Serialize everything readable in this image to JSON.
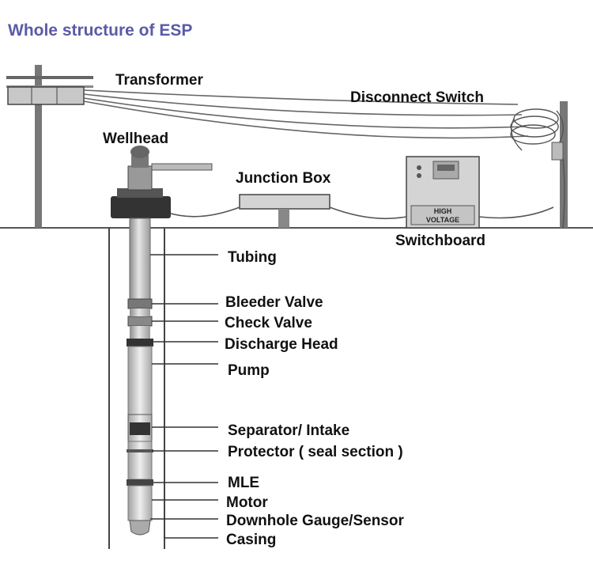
{
  "title": "Whole structure of ESP",
  "labels": {
    "transformer": "Transformer",
    "disconnect_switch": "Disconnect Switch",
    "wellhead": "Wellhead",
    "junction_box": "Junction Box",
    "switchboard": "Switchboard",
    "tubing": "Tubing",
    "bleeder_valve": "Bleeder Valve",
    "check_valve": "Check Valve",
    "discharge_head": "Discharge Head",
    "pump": "Pump",
    "separator_intake": "Separator/ Intake",
    "protector": "Protector ( seal section )",
    "mle": "MLE",
    "motor": "Motor",
    "downhole_gauge": "Downhole Gauge/Sensor",
    "casing": "Casing"
  },
  "switchboard_sign": {
    "line1": "HIGH",
    "line2": "VOLTAGE"
  },
  "colors": {
    "title": "#5a5aa8",
    "equipment_dark": "#333333",
    "equipment_mid": "#9a9a9a",
    "equipment_light": "#d8d8d8"
  }
}
